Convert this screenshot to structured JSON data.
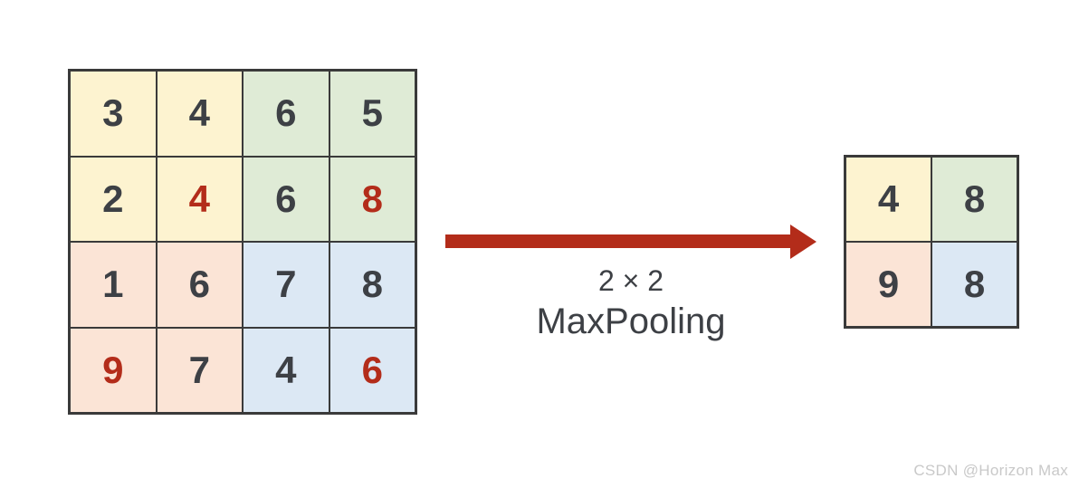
{
  "operation": {
    "line1": "2 × 2",
    "line2": "MaxPooling"
  },
  "input_grid": {
    "rows": 4,
    "cols": 4,
    "cells": [
      {
        "value": "3",
        "quadrant": "yellow",
        "highlight": false
      },
      {
        "value": "4",
        "quadrant": "yellow",
        "highlight": false
      },
      {
        "value": "6",
        "quadrant": "green",
        "highlight": false
      },
      {
        "value": "5",
        "quadrant": "green",
        "highlight": false
      },
      {
        "value": "2",
        "quadrant": "yellow",
        "highlight": false
      },
      {
        "value": "4",
        "quadrant": "yellow",
        "highlight": true
      },
      {
        "value": "6",
        "quadrant": "green",
        "highlight": false
      },
      {
        "value": "8",
        "quadrant": "green",
        "highlight": true
      },
      {
        "value": "1",
        "quadrant": "pink",
        "highlight": false
      },
      {
        "value": "6",
        "quadrant": "pink",
        "highlight": false
      },
      {
        "value": "7",
        "quadrant": "blue",
        "highlight": false
      },
      {
        "value": "8",
        "quadrant": "blue",
        "highlight": false
      },
      {
        "value": "9",
        "quadrant": "pink",
        "highlight": true
      },
      {
        "value": "7",
        "quadrant": "pink",
        "highlight": false
      },
      {
        "value": "4",
        "quadrant": "blue",
        "highlight": false
      },
      {
        "value": "6",
        "quadrant": "blue",
        "highlight": true
      }
    ]
  },
  "output_grid": {
    "rows": 2,
    "cols": 2,
    "cells": [
      {
        "value": "4",
        "quadrant": "yellow",
        "highlight": false
      },
      {
        "value": "8",
        "quadrant": "green",
        "highlight": false
      },
      {
        "value": "9",
        "quadrant": "pink",
        "highlight": false
      },
      {
        "value": "8",
        "quadrant": "blue",
        "highlight": false
      }
    ]
  },
  "watermark": "CSDN @Horizon Max",
  "colors": {
    "yellow": "#fdf3d0",
    "green": "#dfebd6",
    "pink": "#fbe4d6",
    "blue": "#dce8f4",
    "grid_border": "#3a3a3a",
    "digit": "#3d4045",
    "highlight": "#b32c1a",
    "arrow": "#b32c1a"
  }
}
